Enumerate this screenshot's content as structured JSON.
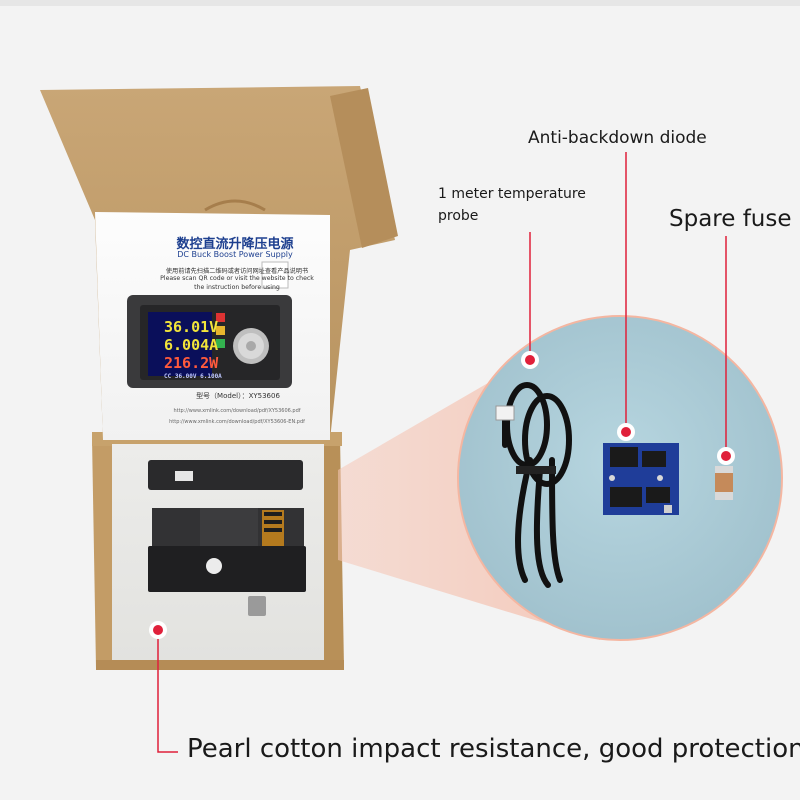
{
  "callouts": {
    "anti_backdown": "Anti-backdown diode",
    "probe": "1 meter temperature probe",
    "spare_fuse": "Spare fuse",
    "pearl_cotton": "Pearl cotton impact resistance, good protection"
  },
  "card": {
    "title": "数控直流升降压电源",
    "subtitle": "DC Buck Boost Power Supply",
    "instruction_lines": [
      "使用前请先扫描二维码或者访问网址查看产品说明书",
      "Please scan QR code or visit the website to check",
      "the instruction before using"
    ],
    "model": "型号（Model）：XY53606",
    "urls": [
      "http://www.xmlink.com/download/pdf/XY53606.pdf",
      "http://www.xmlink.com/download/pdf/XY53606-EN.pdf"
    ]
  },
  "lcd": {
    "voltage": "36.01V",
    "current": "6.004A",
    "power": "216.2W",
    "footer": "CC 36.00V 6.100A"
  },
  "colors": {
    "background": "#f3f3f3",
    "marker": "#e0203a",
    "cardboard": "#c8a06e",
    "circle": "#a8c8d4",
    "card_title": "#1d3f8f"
  }
}
